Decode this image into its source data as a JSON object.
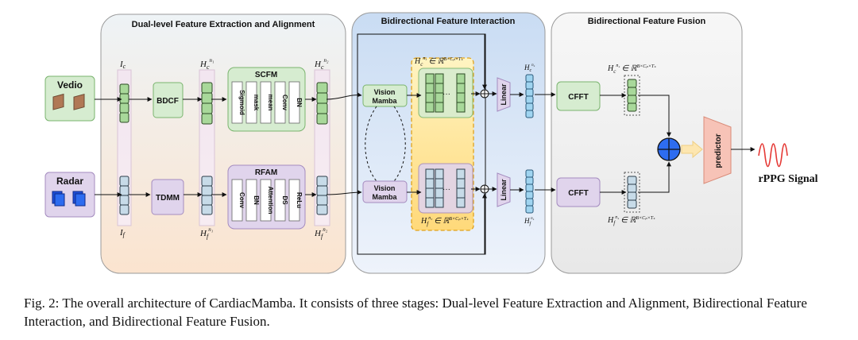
{
  "stages": {
    "extraction": "Dual-level Feature Extraction and Alignment",
    "interaction": "Bidirectional Feature Interaction",
    "fusion": "Bidirectional Feature Fusion"
  },
  "inputs": {
    "video": "Vedio",
    "radar": "Radar"
  },
  "modules": {
    "bdcf": "BDCF",
    "tdmm": "TDMM",
    "scfm": "SCFM",
    "rfam": "RFAM",
    "vision1": "Vision",
    "mamba1": "Mamba",
    "vision2": "Vision",
    "mamba2": "Mamba",
    "linear1": "Linear",
    "linear2": "Linear",
    "cfft1": "CFFT",
    "cfft2": "CFFT",
    "predictor": "predictor"
  },
  "scfm_ops": [
    "Sigmoid",
    "mask",
    "mean",
    "Conv",
    "BN"
  ],
  "rfam_ops": [
    "Conv",
    "BN",
    "Attention",
    "DS",
    "ReLu"
  ],
  "math": {
    "ic": "I",
    "ic_sub": "c",
    "if": "I",
    "if_sub": "f",
    "h": "H",
    "c": "c",
    "f": "f",
    "n1": "n₁",
    "n2": "n₂",
    "n3": "n₃",
    "n4": "n₄",
    "dims_mamba": "∈ ℝ",
    "dims_mamba_exp": "B×Cₚ×Tₛ",
    "dims_fuse": "∈ ℝ",
    "dims_fuse_exp": "B×Cₚ×Tₛ"
  },
  "output": "rPPG Signal",
  "caption": {
    "fig": "Fig. 2:",
    "text": "The overall architecture of CardiacMamba. It consists of three stages: Dual-level Feature Extraction and Alignment, Bidirectional Feature Interaction, and Bidirectional Feature Fusion."
  },
  "colors": {
    "green": "#d6ecd0",
    "purple": "#e0d4ec",
    "yellow": "#ffe9a6",
    "stage1": "#fbe7d6",
    "stage2": "#dbe7f5",
    "stage3": "#efefef"
  }
}
